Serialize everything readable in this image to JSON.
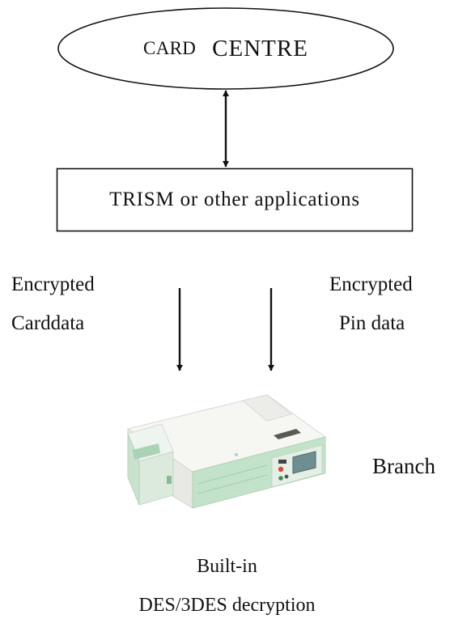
{
  "diagram": {
    "card_centre": {
      "word1": "CARD",
      "word2": "CENTRE"
    },
    "application_box": {
      "label": "TRISM or other applications"
    },
    "left_label": {
      "line1": "Encrypted",
      "line2": "Carddata"
    },
    "right_label": {
      "line1": "Encrypted",
      "line2": "Pin data"
    },
    "device_label": "Branch",
    "bottom_label": {
      "line1": "Built-in",
      "line2": "DES/3DES decryption"
    },
    "colors": {
      "line": "#111111",
      "device_body": "#f2f2ee",
      "device_accent": "#b9dcc0",
      "device_screen": "#6e8f92"
    }
  }
}
